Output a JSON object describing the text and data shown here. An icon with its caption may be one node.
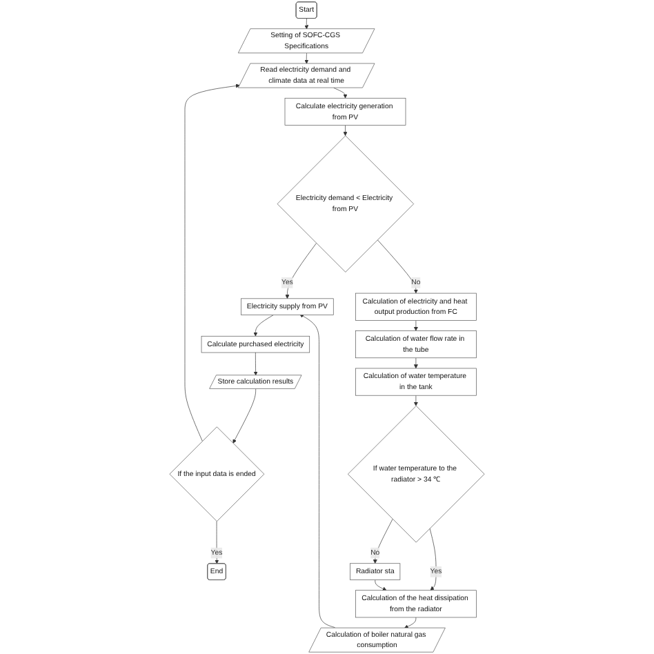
{
  "diagram": {
    "nodes": [
      {
        "text": [
          "Start"
        ]
      },
      {
        "text": [
          "Setting of SOFC-CGS Specifications"
        ]
      },
      {
        "text": [
          "Read electricity demand and climate data at real time"
        ]
      },
      {
        "text": [
          "Calculate electricity generation from PV"
        ]
      },
      {
        "text": [
          "Electricity demand < Electricity from PV"
        ]
      },
      {
        "text": [
          "Electricity supply from PV"
        ]
      },
      {
        "text": [
          "Calculate purchased electricity"
        ]
      },
      {
        "text": [
          "Store calculation results"
        ]
      },
      {
        "text": [
          "If the input data is ended"
        ]
      },
      {
        "text": [
          "End"
        ]
      },
      {
        "text": [
          "Calculation of electricity and heat output production from FC"
        ]
      },
      {
        "text": [
          "Calculation of water flow rate in the tube"
        ]
      },
      {
        "text": [
          "Calculation of water temperature in the tank"
        ]
      },
      {
        "text": [
          "If water temperature to the radiator > 34 ℃"
        ]
      },
      {
        "text": [
          "Radiator sta"
        ]
      },
      {
        "text": [
          "Calculation of the heat dissipation from the radiator"
        ]
      },
      {
        "text": [
          "Calculation of boiler natural gas consumption"
        ]
      }
    ],
    "edges": [
      {
        "from": 0,
        "to": 1,
        "arrow": "to"
      },
      {
        "from": 1,
        "to": 2,
        "arrow": "to"
      },
      {
        "from": 2,
        "to": 3,
        "arrow": "to"
      },
      {
        "from": 3,
        "to": 4,
        "arrow": "to"
      },
      {
        "from": 4,
        "to": 5,
        "arrow": "to",
        "label": "Yes"
      },
      {
        "from": 4,
        "to": 10,
        "arrow": "to",
        "label": "No"
      },
      {
        "from": 5,
        "to": 6,
        "arrow": "to"
      },
      {
        "from": 6,
        "to": 7,
        "arrow": "to"
      },
      {
        "from": 7,
        "to": 8,
        "arrow": "to"
      },
      {
        "from": 8,
        "to": 9,
        "arrow": "to",
        "label": "Yes"
      },
      {
        "from": 8,
        "to": 2,
        "arrow": "to"
      },
      {
        "from": 10,
        "to": 11,
        "arrow": "to"
      },
      {
        "from": 11,
        "to": 12,
        "arrow": "to"
      },
      {
        "from": 12,
        "to": 13,
        "arrow": "to"
      },
      {
        "from": 13,
        "to": 15,
        "arrow": "to",
        "label": "Yes"
      },
      {
        "from": 13,
        "to": 14,
        "arrow": "to",
        "label": "No"
      },
      {
        "from": 14,
        "to": 15,
        "arrow": "to"
      },
      {
        "from": 15,
        "to": 16,
        "arrow": "to"
      },
      {
        "from": 16,
        "to": 5,
        "arrow": "to"
      }
    ]
  }
}
